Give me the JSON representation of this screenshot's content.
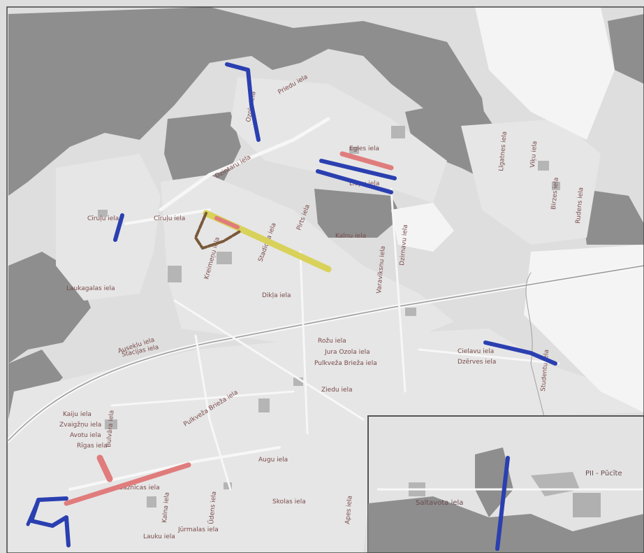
{
  "map": {
    "colors": {
      "background": "#d2d2d2",
      "forest": "#8f8f8f",
      "urban": "#dcdcdc",
      "white": "#f5f5f5",
      "road_text": "#7a4a4a",
      "route_blue": "#2a3fb0",
      "route_red": "#e07c7c",
      "route_yellow": "#d8d25a",
      "route_brown": "#7a5a3a"
    },
    "street_labels": {
      "ozolu": "Ozolu iela",
      "cirulu": "Cīruļu iela",
      "liepu": "Liepu iela",
      "laukagalas": "Laukagalas iela",
      "auseklu": "Auseklu iela",
      "stacijas": "Stacijas iela",
      "rozu": "Rožu iela",
      "ziedu": "Ziedu iela",
      "jura": "Jura Ozola iela",
      "pulkveza": "Pulkveža Brieža iela",
      "pulkveza2": "Pulkveža Brieža iela",
      "kalnu": "Kalnu iela",
      "egles": "Egles iela",
      "priedu": "Priedu iela",
      "dzintaru": "Dzintaru iela",
      "cirulu2": "Cīruļu iela",
      "kaiju": "Kaiju iela",
      "ligatnes": "Līgatnes iela",
      "viku": "Viķu iela",
      "birzes": "Birzes iela",
      "rudens": "Rudens iela",
      "dzirnavu": "Dzirnavu iela",
      "varavipsnu": "Varavīksnu iela",
      "cielavu": "Cielavu iela",
      "dzerves": "Dzērves iela",
      "stulpu": "Studentu iela",
      "baznicas": "Baznīcas iela",
      "lauku": "Lauku iela",
      "jurmalas": "Jūrmalas iela",
      "zvaigznu": "Zvaigžņu iela",
      "avotu": "Avotu iela",
      "rigas": "Rīgas iela",
      "kalna": "Kalna iela",
      "augu": "Augu iela",
      "skolas": "Skolas iela",
      "bulvara": "Bulvāra iela",
      "udens": "Ūdens iela",
      "kreimenu": "Kreimeņu iela",
      "dikla": "Dikļa iela",
      "stadiona": "Stadiona iela",
      "pirts": "Pirts iela",
      "apes": "Apes iela"
    },
    "inset": {
      "label_left": "Saltavota iela",
      "label_right": "PII - Pūcīte"
    }
  }
}
